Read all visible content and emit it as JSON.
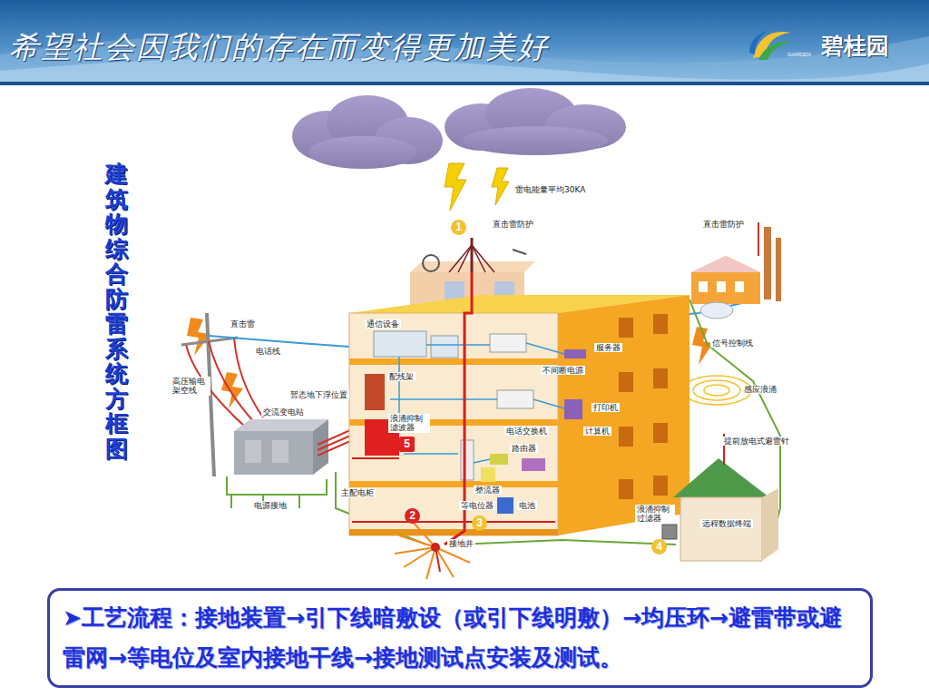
{
  "diagram": {
    "title": "建筑物综合防雷系统方框图",
    "nodes": [
      {
        "text": [
          "➤工艺流程：接地装置→引下线暗敷设（或引下线明敷）→均压环→避雷带或避雷网→等电位及室内接地干线→接地测试点安装及测试。"
        ]
      }
    ],
    "labels": [
      "希望社会因我们的存在而变得更加美好",
      "碧桂园",
      "GARDEN",
      "雷电能量平均30KA",
      "1",
      "直击雷防护",
      "直击雷防护",
      "直击雷",
      "电话线",
      "高压输电架空线",
      "暂态地下浮位置",
      "交流变电站",
      "通信设备",
      "配线架",
      "浪涌抑制滤波器",
      "5",
      "服务器",
      "不间断电源",
      "打印机",
      "信号控制线",
      "感应浪涌",
      "电话交换机",
      "计算机",
      "路由器",
      "提前放电式避雷针",
      "整流器",
      "主配电柜",
      "电源接地",
      "等电位器",
      "电池",
      "2",
      "3",
      "接地井",
      "浪涌抑制过滤器",
      "远程数据终端",
      "4"
    ]
  }
}
